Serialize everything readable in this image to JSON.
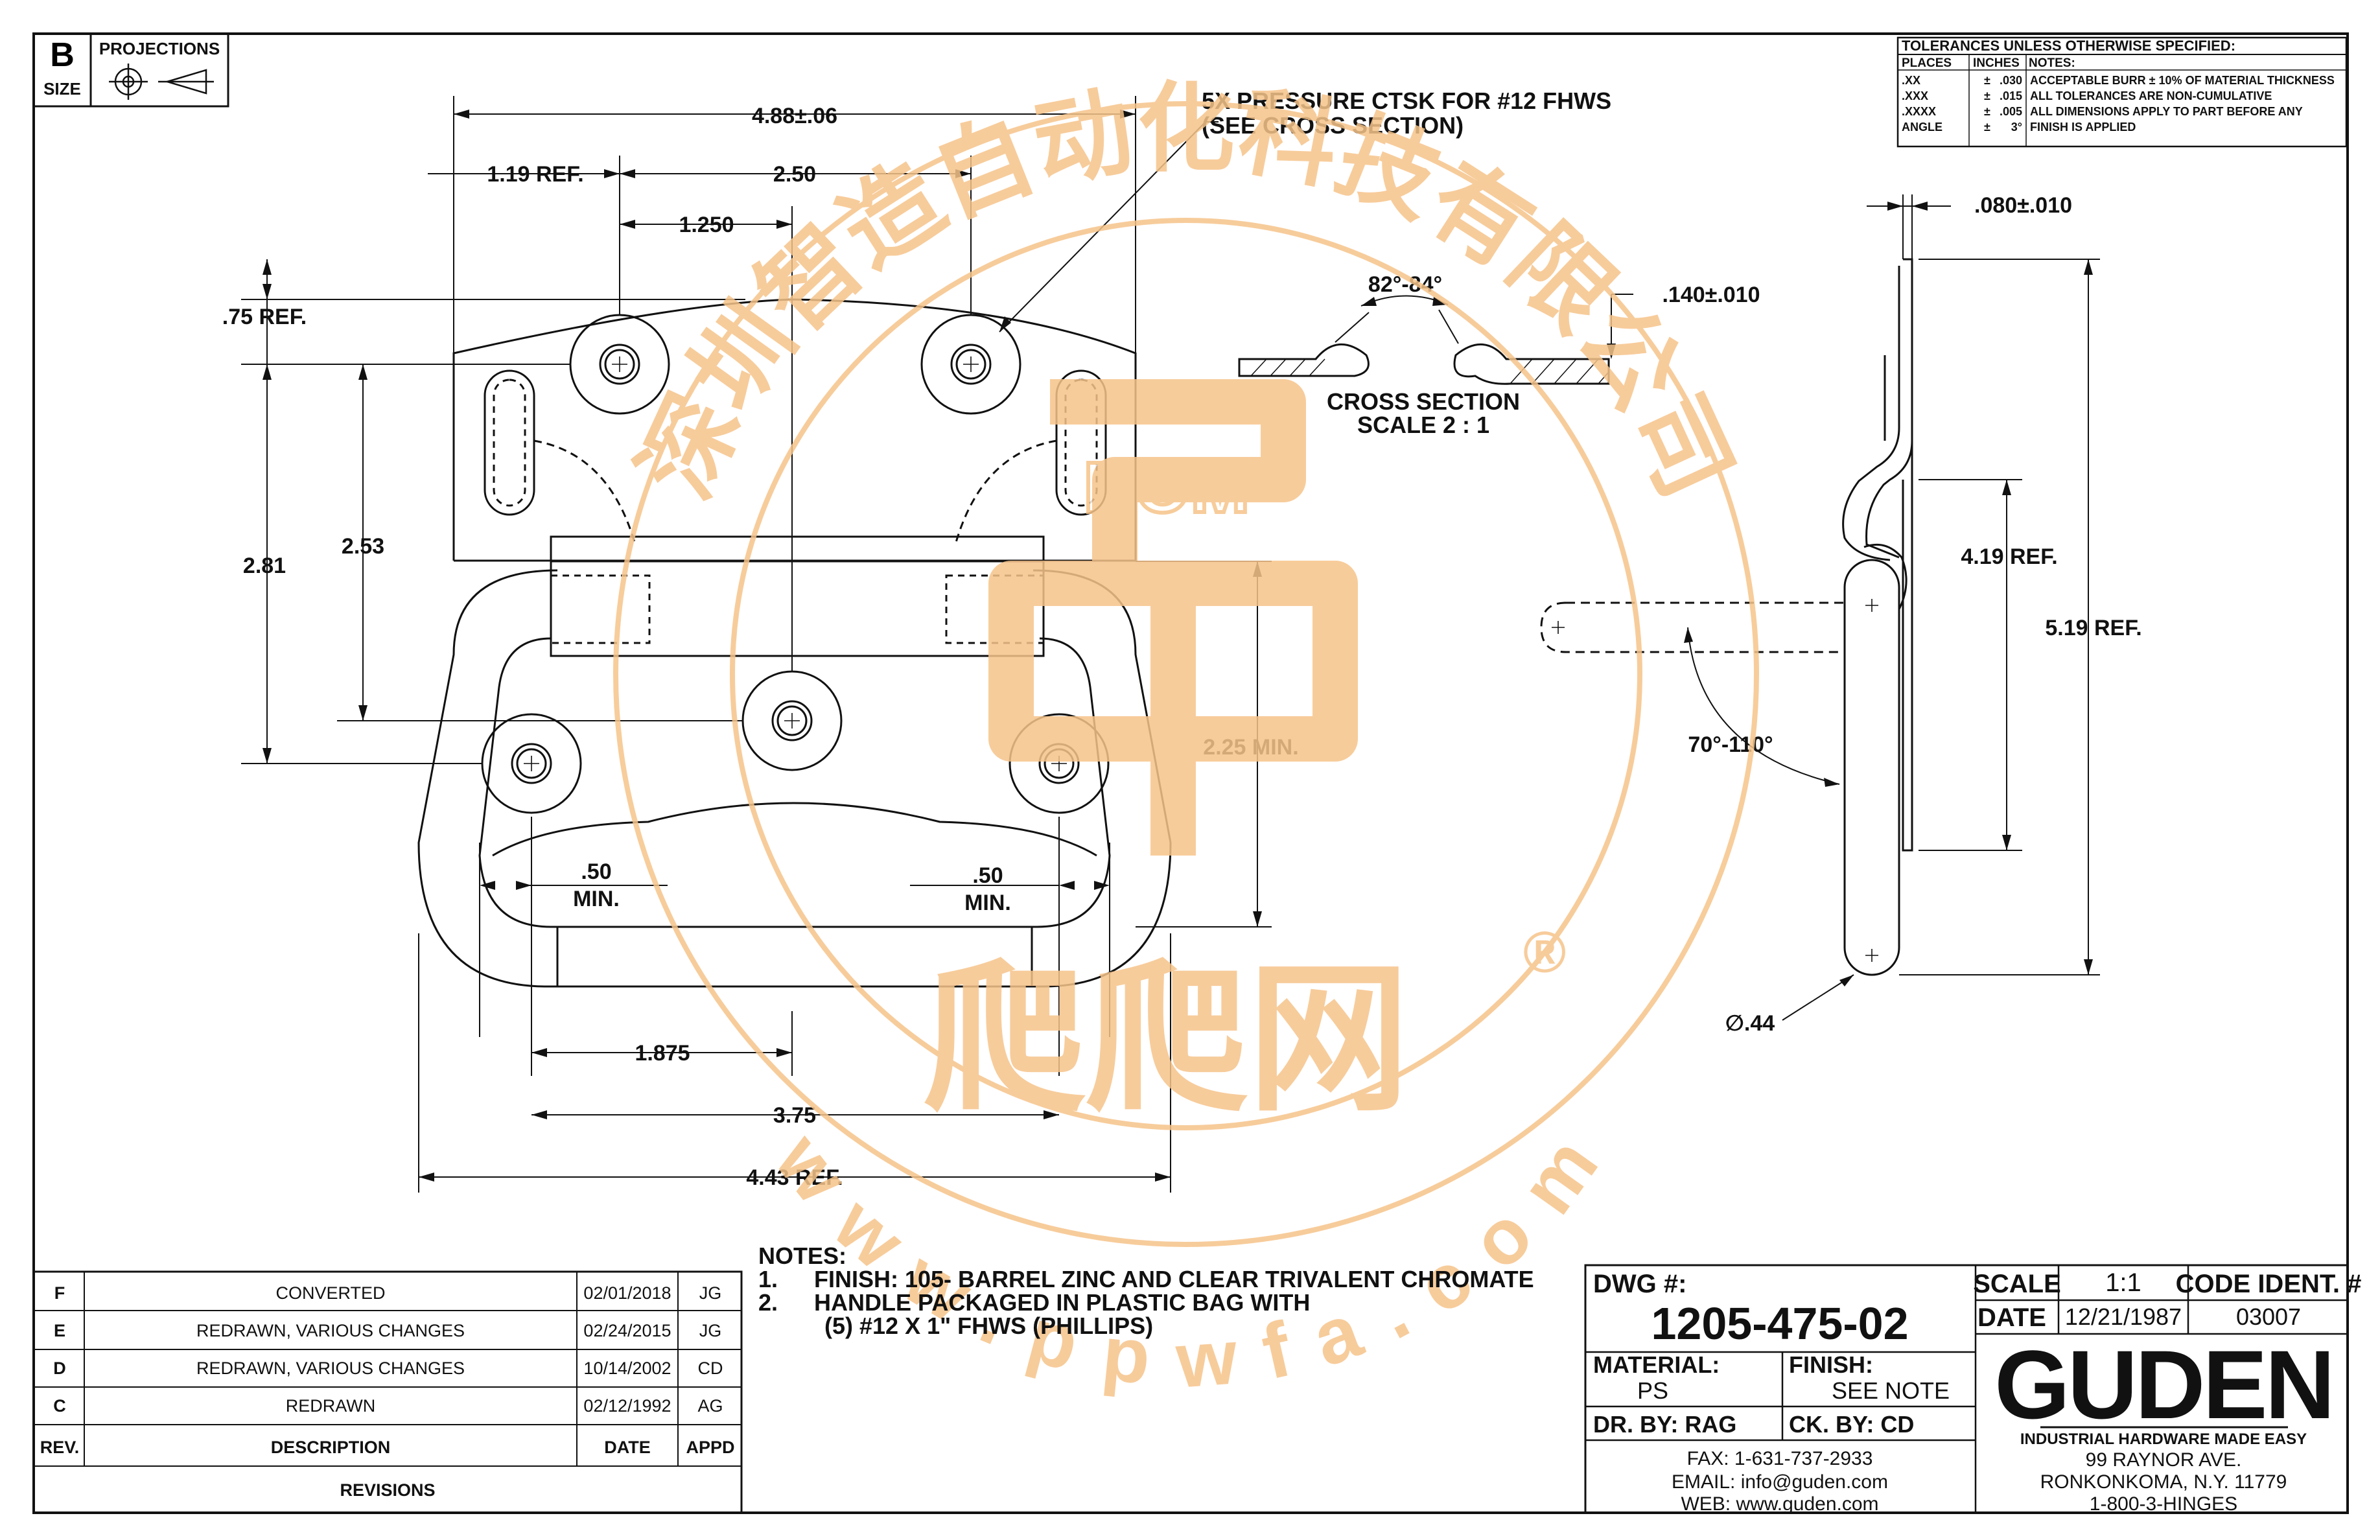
{
  "sheet": {
    "size_letter": "B",
    "size_label": "SIZE",
    "projections_label": "PROJECTIONS"
  },
  "tolerances": {
    "title": "TOLERANCES UNLESS OTHERWISE SPECIFIED:",
    "headers": [
      "PLACES",
      "INCHES",
      "NOTES:"
    ],
    "rows": [
      {
        "places": ".XX",
        "pm": "±",
        "value": ".030",
        "note": "ACCEPTABLE BURR ± 10% OF MATERIAL THICKNESS"
      },
      {
        "places": ".XXX",
        "pm": "±",
        "value": ".015",
        "note": "ALL TOLERANCES ARE NON-CUMULATIVE"
      },
      {
        "places": ".XXXX",
        "pm": "±",
        "value": ".005",
        "note": "ALL DIMENSIONS APPLY TO PART BEFORE ANY"
      },
      {
        "places": "ANGLE",
        "pm": "±",
        "value": "3°",
        "note": "FINISH IS APPLIED"
      }
    ]
  },
  "dimensions": {
    "overall_width": "4.88±.06",
    "ref_119": "1.19 REF.",
    "hole_spacing": "2.50",
    "half_spacing": "1.250",
    "ref_075": ".75 REF.",
    "ht_281": "2.81",
    "ht_253": "2.53",
    "min_225": "2.25 MIN.",
    "min_050_left": ".50",
    "min_050_left_sub": "MIN.",
    "min_050_right": ".50",
    "min_050_right_sub": "MIN.",
    "d_1875": "1.875",
    "d_375": "3.75",
    "ref_443": "4.43 REF.",
    "thk_080": ".080±.010",
    "angle_82": "82°-84°",
    "depth_140": ".140±.010",
    "ref_419": "4.19 REF.",
    "ref_519": "5.19 REF.",
    "swing": "70°-110°",
    "dia_44": "∅.44"
  },
  "callouts": {
    "ctsk_line1": "5X PRESSURE CTSK FOR #12 FHWS",
    "ctsk_line2": "(SEE CROSS SECTION)",
    "cross_section": "CROSS SECTION",
    "scale_note": "SCALE 2 : 1"
  },
  "notes": {
    "title": "NOTES:",
    "items": [
      {
        "num": "1.",
        "text": "FINISH: 105- BARREL ZINC AND CLEAR TRIVALENT CHROMATE"
      },
      {
        "num": "2.",
        "text": "HANDLE PACKAGED IN PLASTIC BAG WITH"
      }
    ],
    "continuation": "(5) #12 X 1\" FHWS (PHILLIPS)"
  },
  "revisions": {
    "rows": [
      {
        "rev": "F",
        "desc": "CONVERTED",
        "date": "02/01/2018",
        "appd": "JG"
      },
      {
        "rev": "E",
        "desc": "REDRAWN, VARIOUS CHANGES",
        "date": "02/24/2015",
        "appd": "JG"
      },
      {
        "rev": "D",
        "desc": "REDRAWN, VARIOUS CHANGES",
        "date": "10/14/2002",
        "appd": "CD"
      },
      {
        "rev": "C",
        "desc": "REDRAWN",
        "date": "02/12/1992",
        "appd": "AG"
      }
    ],
    "header": {
      "rev": "REV.",
      "desc": "DESCRIPTION",
      "date": "DATE",
      "appd": "APPD"
    },
    "footer": "REVISIONS"
  },
  "title_block": {
    "dwg_label": "DWG #:",
    "dwg_number": "1205-475-02",
    "scale_label": "SCALE",
    "scale_value": "1:1",
    "code_label": "CODE IDENT. #",
    "date_label": "DATE",
    "date_value": "12/21/1987",
    "code_value": "03007",
    "material_label": "MATERIAL:",
    "material_value": "PS",
    "finish_label": "FINISH:",
    "finish_value": "SEE NOTE",
    "dr_by": "DR. BY:   RAG",
    "ck_by": "CK. BY: CD",
    "fax": "FAX: 1-631-737-2933",
    "email": "EMAIL: info@guden.com",
    "web": "WEB: www.guden.com",
    "company_logo": "GUDEN",
    "tagline": "INDUSTRIAL HARDWARE MADE EASY",
    "address1": "99 RAYNOR AVE.",
    "address2": "RONKONKOMA, N.Y. 11779",
    "phone": "1-800-3-HINGES"
  },
  "watermark": {
    "chinese": "深圳智造自动化科技有限公司",
    "center": "BOM",
    "brand": "爬爬网",
    "url": "www.ppwfa.com",
    "registered": "®"
  },
  "colors": {
    "line": "#111111",
    "watermark": "#f6c48a",
    "background": "#ffffff"
  }
}
